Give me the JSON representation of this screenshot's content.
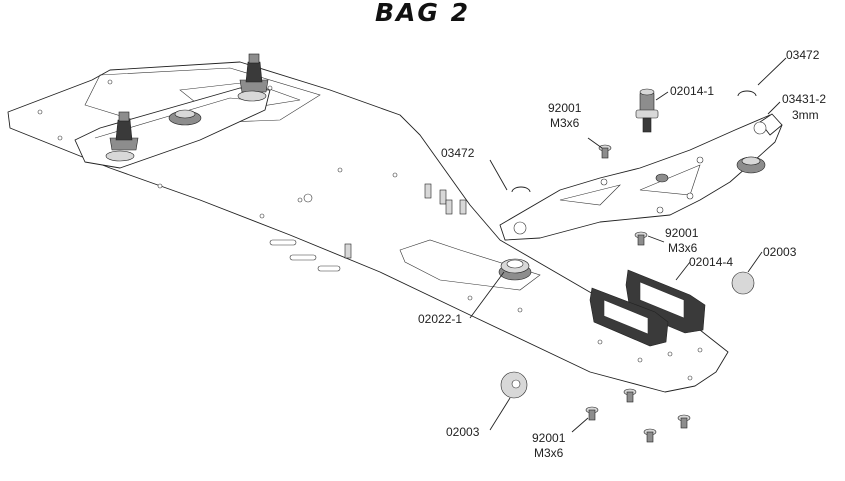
{
  "title": "BAG 2",
  "callouts": {
    "c03472_top": "03472",
    "c02014_1": "02014-1",
    "c03431_2": "03431-2",
    "c03431_2_sub": "3mm",
    "c92001_a": "92001",
    "c92001_a_sub": "M3x6",
    "c03472_left": "03472",
    "c92001_b": "92001",
    "c92001_b_sub": "M3x6",
    "c02014_4": "02014-4",
    "c02003_right": "02003",
    "c02022_1": "02022-1",
    "c02003_left": "02003",
    "c92001_c": "92001",
    "c92001_c_sub": "M3x6"
  },
  "colors": {
    "line": "#222222",
    "background": "#ffffff"
  }
}
